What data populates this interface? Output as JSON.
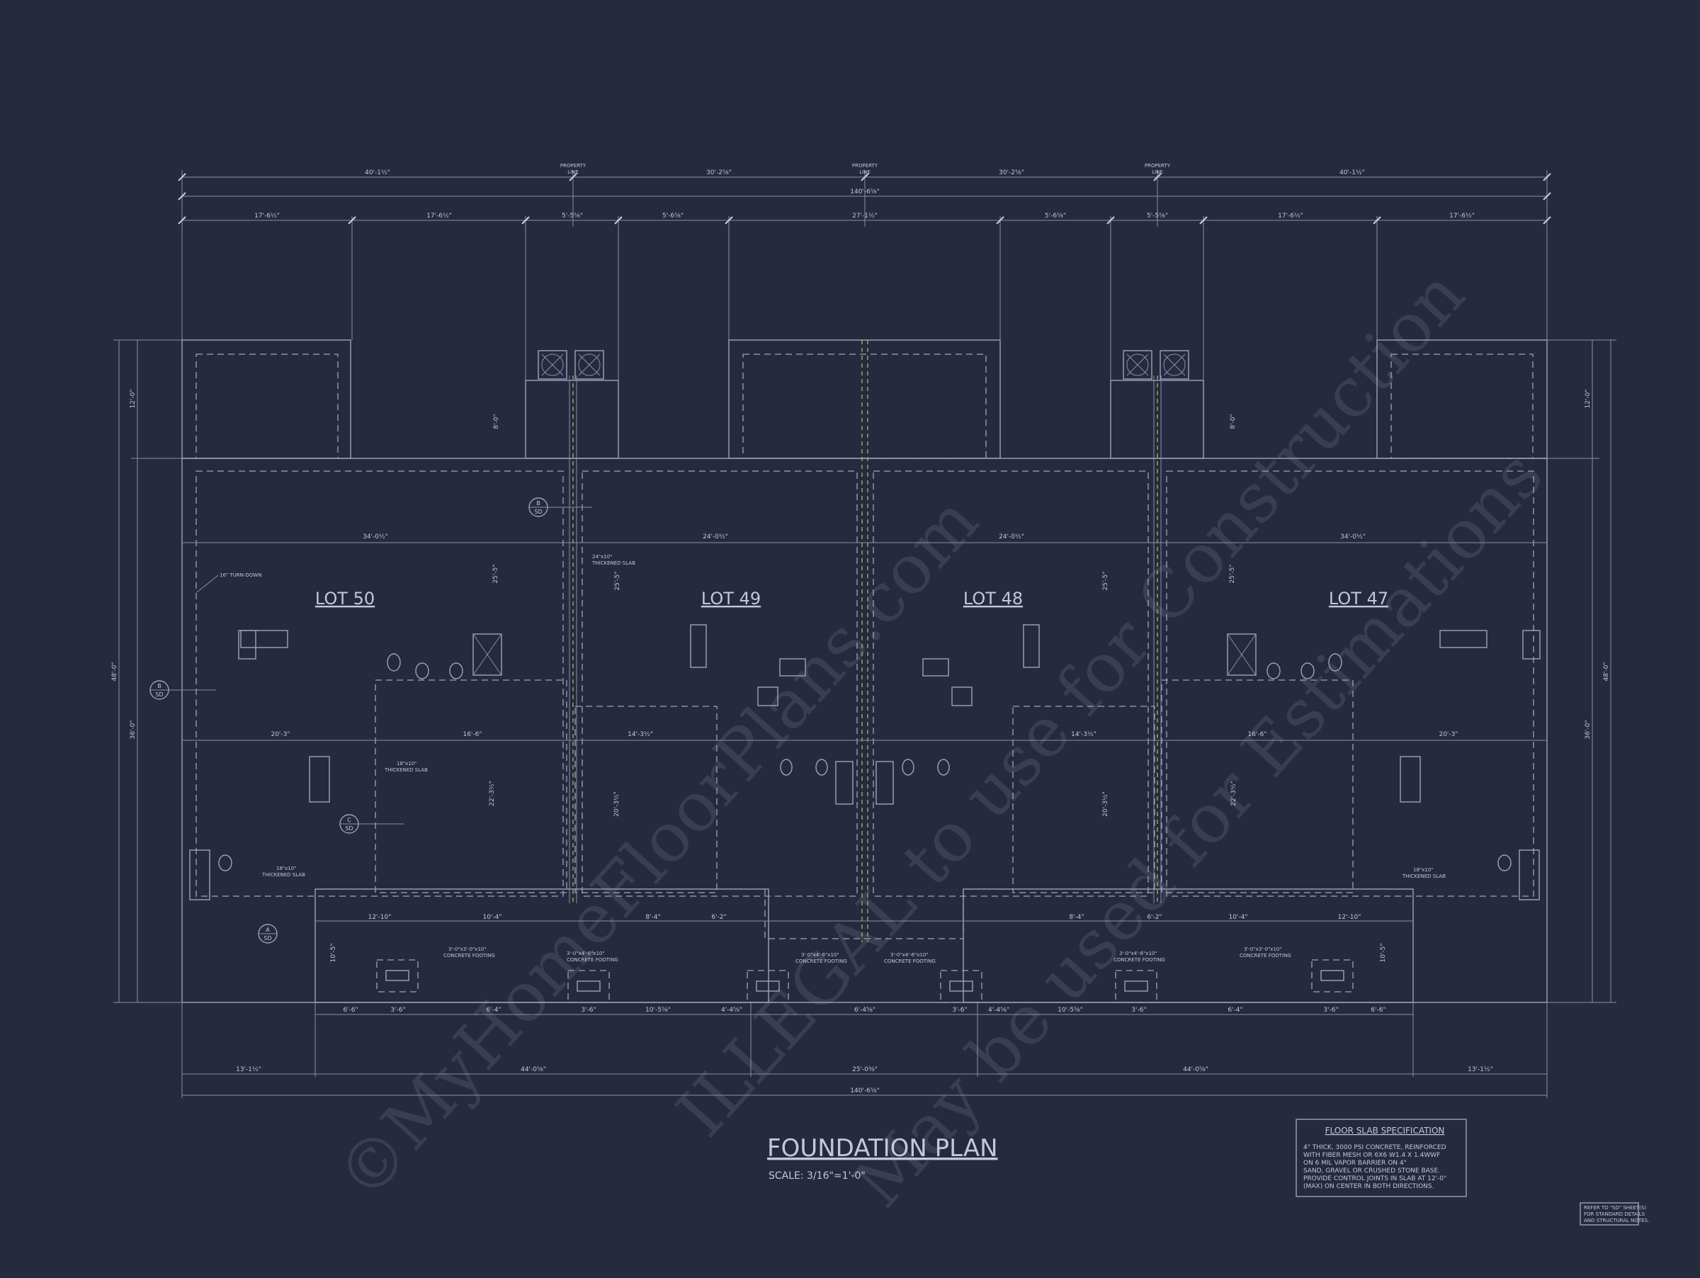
{
  "title": "FOUNDATION PLAN",
  "scale": "SCALE: 3/16\"=1'-0\"",
  "lots": [
    "LOT 50",
    "LOT 49",
    "LOT 48",
    "LOT 47"
  ],
  "property_line": [
    "PROPERTY",
    "LINE"
  ],
  "top_dims_row1": [
    "40'-1½\"",
    "30'-2⅝\"",
    "30'-2⅝\"",
    "40'-1½\""
  ],
  "overall_dim": "140'-6⅝\"",
  "top_dims_row2": [
    "17'-6½\"",
    "17'-6½\"",
    "5'-5⅝\"",
    "5'-6⅝\"",
    "27'-1½\"",
    "5'-6⅝\"",
    "5'-5⅝\"",
    "17'-6½\"",
    "17'-6½\""
  ],
  "bottom_dims_row1": [
    "6'-6\"",
    "3'-6\"",
    "6'-4\"",
    "3'-6\"",
    "10'-5⅝\"",
    "4'-4⅝\"",
    "6'-4⅝\"",
    "3'-6\"",
    "4'-4⅝\"",
    "10'-5⅝\"",
    "3'-6\"",
    "6'-4\"",
    "3'-6\"",
    "6'-6\""
  ],
  "bottom_dims_row2": [
    "13'-1½\"",
    "44'-0⅝\"",
    "25'-0⅜\"",
    "44'-0⅝\"",
    "13'-1½\""
  ],
  "side_dims_left": [
    "12'-0\"",
    "48'-0\"",
    "36'-0\"",
    "8'-0\""
  ],
  "side_dims_right": [
    "12'-0\"",
    "48'-0\"",
    "36'-0\"",
    "8'-0\""
  ],
  "interior_dims": [
    "34'-0½\"",
    "24'-0½\"",
    "24'-0½\"",
    "34'-0½\"",
    "20'-3\"",
    "16'-6\"",
    "14'-3½\"",
    "14'-3½\"",
    "16'-6\"",
    "20'-3\"",
    "25'-5\"",
    "25'-5\"",
    "25'-5\"",
    "25'-5\"",
    "22'-3½\"",
    "20'-3½\"",
    "20'-3½\"",
    "22'-3½\"",
    "12'-10\"",
    "10'-4\"",
    "8'-4\"",
    "6'-2\"",
    "6'-2\"",
    "8'-4\"",
    "10'-4\"",
    "12'-10\"",
    "10'-5\"",
    "10'-5\""
  ],
  "notes": {
    "turn_down": "16\" TURN-DOWN",
    "thickened_slab_24": [
      "24\"x10\"",
      "THICKENED SLAB"
    ],
    "thickened_slab_18": [
      "18\"x10\"",
      "THICKENED SLAB"
    ],
    "concrete_footing_3": [
      "3'-0\"x3'-0\"x10\"",
      "CONCRETE FOOTING"
    ],
    "concrete_footing_4": [
      "3'-0\"x4'-6\"x10\"",
      "CONCRETE FOOTING"
    ]
  },
  "section_tags": [
    {
      "letter": "B",
      "sheet": "SD"
    },
    {
      "letter": "B",
      "sheet": "SD"
    },
    {
      "letter": "C",
      "sheet": "SD"
    },
    {
      "letter": "A",
      "sheet": "SD"
    }
  ],
  "spec": {
    "heading": "FLOOR SLAB SPECIFICATION",
    "lines": [
      "4\" THICK, 3000 PSI CONCRETE, REINFORCED",
      "WITH FIBER MESH OR 6X6 W1.4 X 1.4WWF",
      "ON 6 MIL VAPOR BARRIER ON 4\"",
      "SAND, GRAVEL OR CRUSHED STONE BASE.",
      "PROVIDE CONTROL JOINTS IN SLAB AT 12'-0\"",
      "(MAX) ON CENTER IN BOTH DIRECTIONS."
    ]
  },
  "refer_note": [
    "REFER TO \"SD\" SHEET(S)",
    "FOR STANDARD DETAILS",
    "AND STRUCTURAL NOTES."
  ],
  "watermark": [
    "©MyHomeFloorPlans.com",
    "ILLEGAL to use for Construction",
    "May be used for Estimations"
  ],
  "colors": {
    "background": "#262a3e",
    "line": "#9ea3bd",
    "text": "#c3c7da",
    "party_wall": "#b8b34a"
  }
}
